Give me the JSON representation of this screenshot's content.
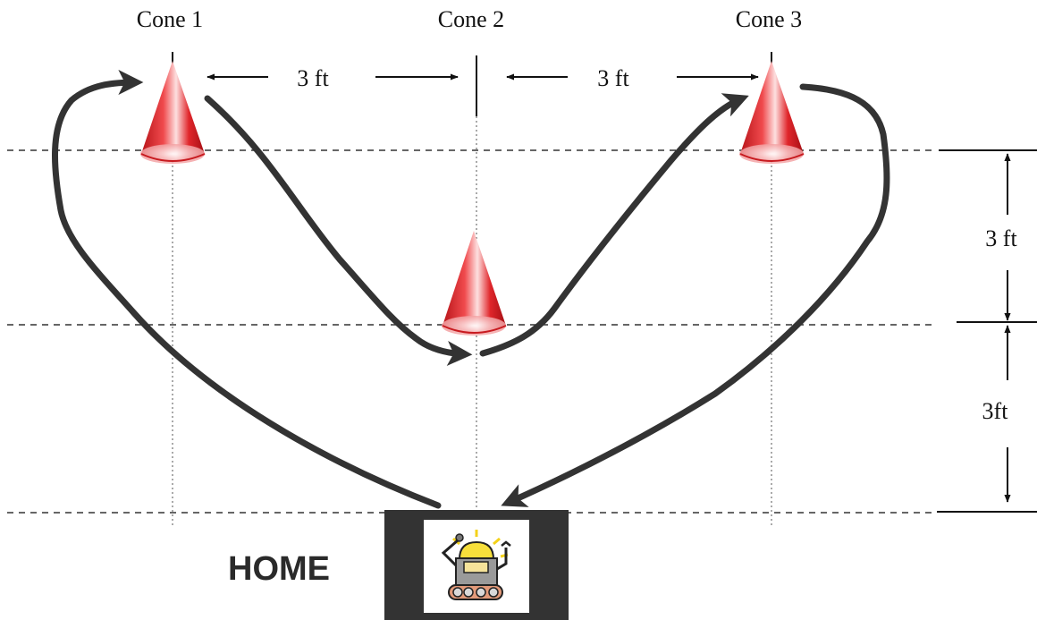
{
  "cones": [
    {
      "label": "Cone 1"
    },
    {
      "label": "Cone 2"
    },
    {
      "label": "Cone 3"
    }
  ],
  "spacing": {
    "horizontal_left": "3 ft",
    "horizontal_right": "3 ft",
    "vertical_upper": "3 ft",
    "vertical_lower": "3ft"
  },
  "home": {
    "label": "HOME",
    "icon": "robot-icon"
  },
  "colors": {
    "cone": "#e0262b",
    "path": "#333333",
    "home_box": "#333333"
  }
}
